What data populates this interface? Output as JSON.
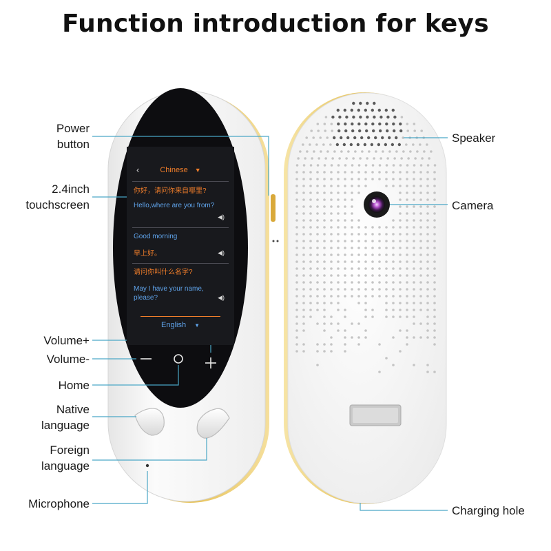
{
  "title": "Function introduction for keys",
  "labels": {
    "power": [
      "Power",
      "button"
    ],
    "touchscreen": [
      "2.4inch",
      "touchscreen"
    ],
    "volume_up": "Volume+",
    "volume_down": "Volume-",
    "home": "Home",
    "native": [
      "Native",
      "language"
    ],
    "foreign": [
      "Foreign",
      "language"
    ],
    "microphone": "Microphone",
    "speaker": "Speaker",
    "camera": "Camera",
    "charging": "Charging hole"
  },
  "screen": {
    "back": "‹",
    "top_language": "Chinese",
    "lines": [
      {
        "text": "你好，请问你来自哪里?",
        "lang": "zh",
        "speaker": false
      },
      {
        "text": "Hello,where are you from?",
        "lang": "en",
        "speaker": true
      },
      {
        "text": "Good morning",
        "lang": "en",
        "speaker": false
      },
      {
        "text": "早上好。",
        "lang": "zh",
        "speaker": true
      },
      {
        "text": "请问你叫什么名字?",
        "lang": "zh",
        "speaker": false
      },
      {
        "text": "May I have your name, please?",
        "lang": "en",
        "speaker": true
      }
    ],
    "bottom_language": "English"
  },
  "colors": {
    "accent_orange": "#ef7d2a",
    "accent_blue": "#5fa3ea",
    "gold_trim": "#e9c75d",
    "callout_line": "#4aa7c6"
  }
}
